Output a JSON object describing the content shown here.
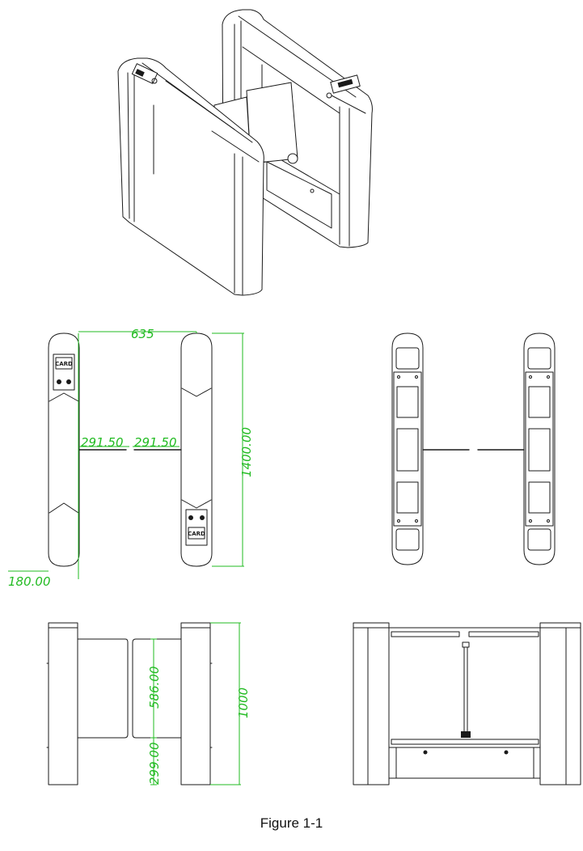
{
  "figure": {
    "caption": "Figure 1-1",
    "accent_color": "#22bb22",
    "line_color": "#1a1a1a"
  },
  "dimensions": {
    "width_total": "635",
    "flap_left": "291.50",
    "flap_right": "291.50",
    "length": "1400.00",
    "offset": "180.00",
    "flap_height": "586.00",
    "flap_base": "299.00",
    "height": "1000"
  },
  "labels": {
    "card_reader": "CARD"
  },
  "views": [
    "isometric-view",
    "top-view",
    "bottom-view",
    "side-view",
    "front-view"
  ]
}
